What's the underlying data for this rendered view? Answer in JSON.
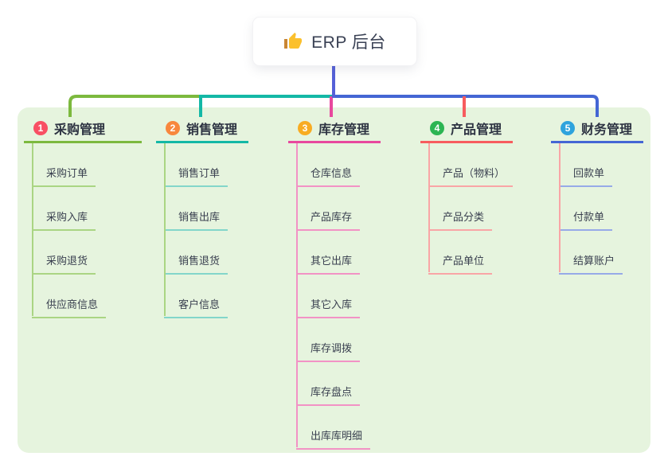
{
  "root": {
    "title": "ERP 后台",
    "icon": "thumbs-up"
  },
  "branches": [
    {
      "index": "1",
      "label": "采购管理",
      "badge_color": "#f84f63",
      "line_color": "#7cb93e",
      "child_line_color": "#aad583",
      "children": [
        "采购订单",
        "采购入库",
        "采购退货",
        "供应商信息"
      ]
    },
    {
      "index": "2",
      "label": "销售管理",
      "badge_color": "#f8873d",
      "line_color": "#14b8a6",
      "child_line_color": "#83d6ca",
      "children": [
        "销售订单",
        "销售出库",
        "销售退货",
        "客户信息"
      ]
    },
    {
      "index": "3",
      "label": "库存管理",
      "badge_color": "#f8ac22",
      "line_color": "#e8489e",
      "child_line_color": "#f292c5",
      "children": [
        "仓库信息",
        "产品库存",
        "其它出库",
        "其它入库",
        "库存调拨",
        "库存盘点",
        "出库库明细"
      ]
    },
    {
      "index": "4",
      "label": "产品管理",
      "badge_color": "#2cb553",
      "line_color": "#f75c5e",
      "child_line_color": "#f9a5a6",
      "children": [
        "产品（物料）",
        "产品分类",
        "产品单位"
      ]
    },
    {
      "index": "5",
      "label": "财务管理",
      "badge_color": "#2ea3dd",
      "line_color": "#4466d4",
      "child_line_color": "#97aae8",
      "children": [
        "回款单",
        "付款单",
        "结算账户"
      ]
    }
  ],
  "connectors": {
    "root_line_color": "#5560d8"
  },
  "panel": {
    "background": "#e6f4de"
  }
}
